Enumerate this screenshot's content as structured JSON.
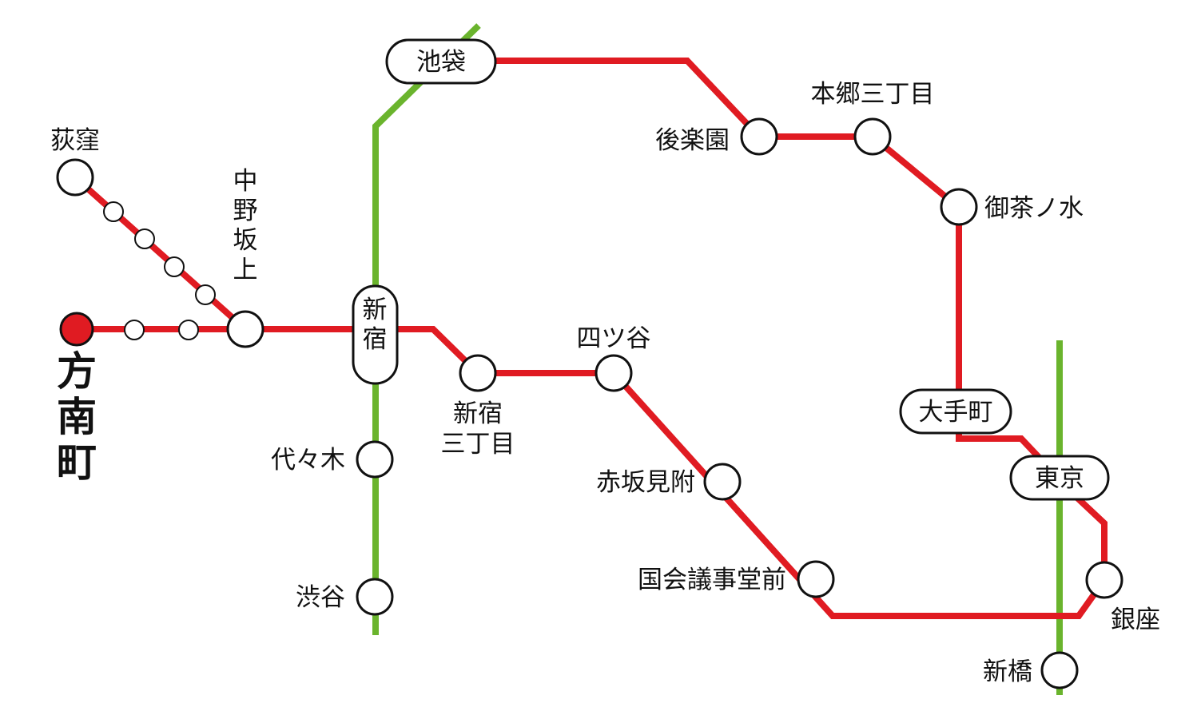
{
  "colors": {
    "marunouchi": "#e01b22",
    "yamanote": "#6ab42d",
    "home_station": "#e01b22",
    "station_fill": "#ffffff",
    "outline": "#111111"
  },
  "stations": {
    "honancho": "方南町",
    "ogikubo": "荻窪",
    "nakano_sakaue": "中野坂上",
    "shinjuku": "新宿",
    "ikebukuro": "池袋",
    "yoyogi": "代々木",
    "shibuya": "渋谷",
    "shinjuku_sanchome": "新宿三丁目",
    "yotsuya": "四ツ谷",
    "akasaka_mitsuke": "赤坂見附",
    "kokkai_gijidomae": "国会議事堂前",
    "korakuen": "後楽園",
    "hongo_sanchome": "本郷三丁目",
    "ochanomizu": "御茶ノ水",
    "otemachi": "大手町",
    "tokyo": "東京",
    "ginza": "銀座",
    "shimbashi": "新橋"
  }
}
